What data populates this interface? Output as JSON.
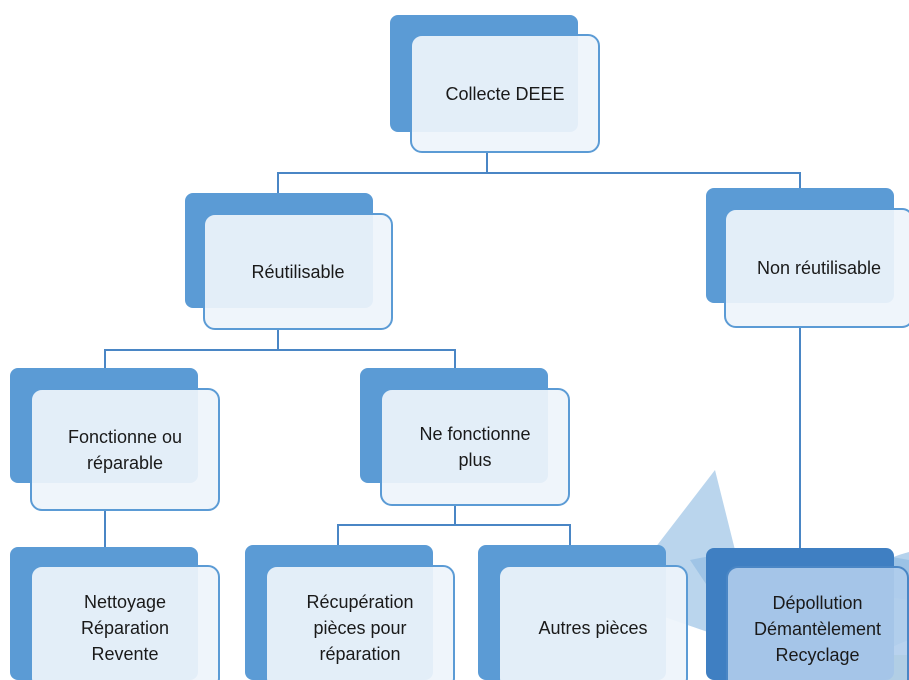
{
  "nodes": {
    "root": {
      "lines": [
        "Collecte DEEE"
      ]
    },
    "reusable": {
      "lines": [
        "Réutilisable"
      ]
    },
    "non_reusable": {
      "lines": [
        "Non réutilisable"
      ]
    },
    "working": {
      "lines": [
        "Fonctionne ou",
        "réparable"
      ]
    },
    "not_working": {
      "lines": [
        "Ne fonctionne",
        "plus"
      ]
    },
    "clean": {
      "lines": [
        "Nettoyage",
        "Réparation",
        "Revente"
      ]
    },
    "recovery": {
      "lines": [
        "Récupération",
        "pièces pour",
        "réparation"
      ]
    },
    "other": {
      "lines": [
        "Autres pièces"
      ]
    },
    "depollution": {
      "lines": [
        "Dépollution",
        "Démantèlement",
        "Recyclage"
      ]
    }
  },
  "colors": {
    "node_back": "#5b9bd5",
    "node_front": "#eef4fb",
    "connector": "#4a86c5",
    "arrow": "#9dc3e6"
  }
}
